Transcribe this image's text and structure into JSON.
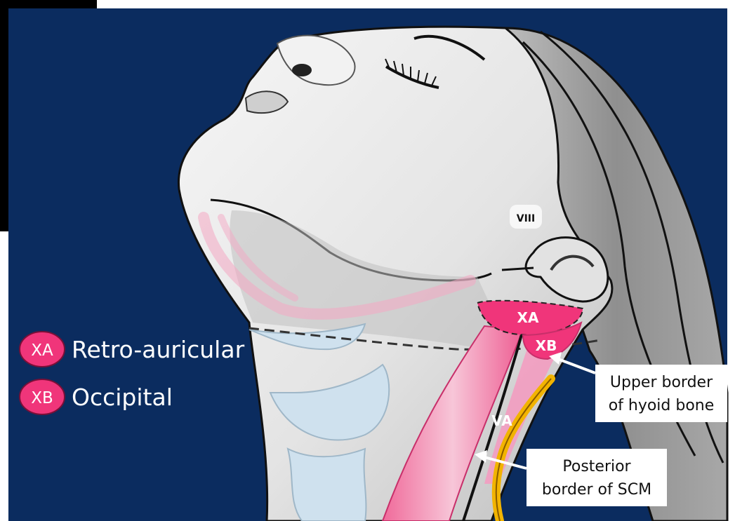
{
  "legend": {
    "items": [
      {
        "badge": "XA",
        "label": "Retro-auricular"
      },
      {
        "badge": "XB",
        "label": "Occipital"
      }
    ]
  },
  "regions": {
    "viii": "VIII",
    "xa": "XA",
    "xb": "XB",
    "va": "VA"
  },
  "callouts": {
    "hyoid": {
      "line1": "Upper border",
      "line2": "of hyoid bone"
    },
    "scm": {
      "line1": "Posterior",
      "line2": "border of SCM"
    }
  },
  "colors": {
    "background": "#0b2c5f",
    "skin": "#ececec",
    "hair": "#9a9a9a",
    "pink": "#f0357a",
    "highlight_pink": "#f4a7c3",
    "yellow": "#f2b400",
    "cartilage": "#cfe1ee"
  }
}
